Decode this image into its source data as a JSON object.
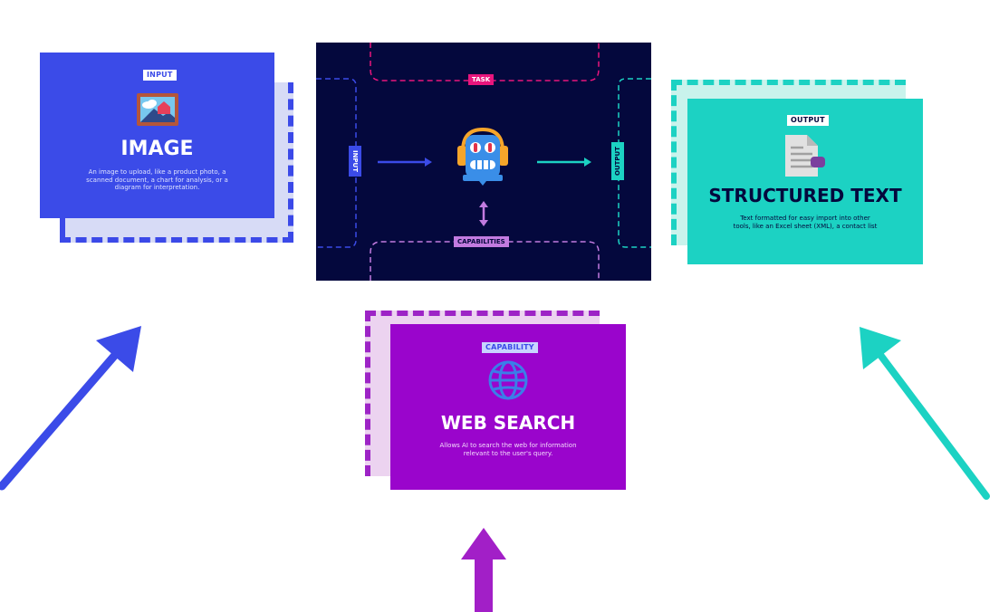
{
  "image_card": {
    "tag": "INPUT",
    "title": "IMAGE",
    "icon": "picture-frame-icon",
    "description_lines": [
      "An image to upload, like a product photo, a",
      "scanned document, a chart for analysis, or a",
      "diagram for interpretation."
    ],
    "color": "#3b4be8"
  },
  "task_diagram": {
    "task_label": "TASK",
    "input_label": "INPUT",
    "output_label": "OUTPUT",
    "capabilities_label": "CAPABILITIES",
    "icon": "robot-icon",
    "colors": {
      "background": "#04083d",
      "task": "#e8157d",
      "input": "#3b4be8",
      "output": "#1cd2c3",
      "capabilities": "#c27be0"
    }
  },
  "output_card": {
    "tag": "OUTPUT",
    "title": "STRUCTURED TEXT",
    "icon": "document-icon",
    "description_lines": [
      "Text formatted for easy import into other",
      "tools, like an Excel sheet (XML), a contact list"
    ],
    "color": "#1cd2c3"
  },
  "capability_card": {
    "tag": "CAPABILITY",
    "title": "WEB SEARCH",
    "icon": "globe-icon",
    "description_lines": [
      "Allows AI to search the web for information",
      "relevant to the user's query."
    ],
    "color": "#9a05cc"
  },
  "arrows": {
    "input_arrow_color": "#3b4be8",
    "output_arrow_color": "#1cd2c3",
    "capability_arrow_color": "#a21fc7"
  }
}
